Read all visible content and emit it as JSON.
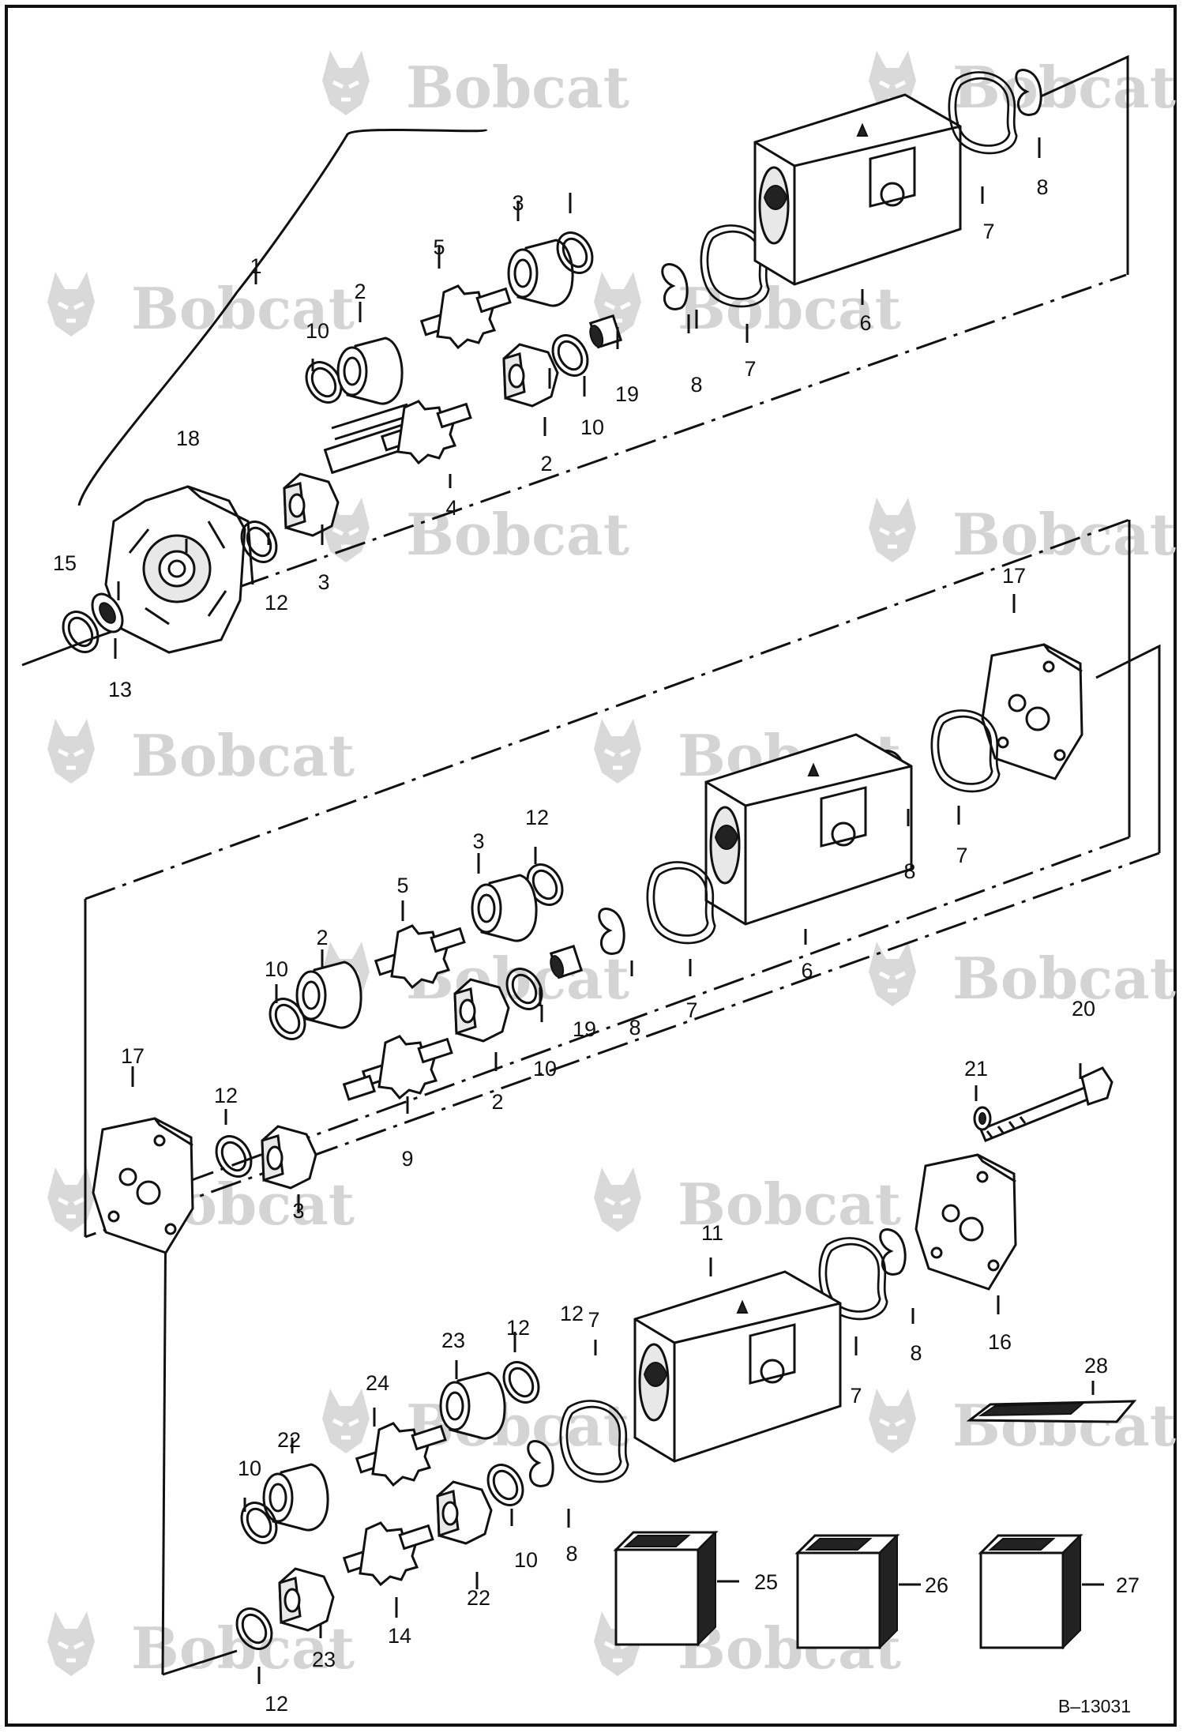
{
  "watermark": {
    "text": "Bobcat",
    "color": "#d4d4d4"
  },
  "figure_ref": "B–13031",
  "callouts": [
    {
      "id": "c1",
      "text": "1"
    },
    {
      "id": "c2a",
      "text": "2"
    },
    {
      "id": "c2b",
      "text": "2"
    },
    {
      "id": "c2c",
      "text": "2"
    },
    {
      "id": "c2d",
      "text": "2"
    },
    {
      "id": "c3a",
      "text": "3"
    },
    {
      "id": "c3b",
      "text": "3"
    },
    {
      "id": "c3c",
      "text": "3"
    },
    {
      "id": "c3d",
      "text": "3"
    },
    {
      "id": "c4",
      "text": "4"
    },
    {
      "id": "c5a",
      "text": "5"
    },
    {
      "id": "c5b",
      "text": "5"
    },
    {
      "id": "c6a",
      "text": "6"
    },
    {
      "id": "c6b",
      "text": "6"
    },
    {
      "id": "c7a",
      "text": "7"
    },
    {
      "id": "c7b",
      "text": "7"
    },
    {
      "id": "c7c",
      "text": "7"
    },
    {
      "id": "c7d",
      "text": "7"
    },
    {
      "id": "c7e",
      "text": "7"
    },
    {
      "id": "c7f",
      "text": "7"
    },
    {
      "id": "c8a",
      "text": "8"
    },
    {
      "id": "c8b",
      "text": "8"
    },
    {
      "id": "c8c",
      "text": "8"
    },
    {
      "id": "c8d",
      "text": "8"
    },
    {
      "id": "c8e",
      "text": "8"
    },
    {
      "id": "c8f",
      "text": "8"
    },
    {
      "id": "c9",
      "text": "9"
    },
    {
      "id": "c10a",
      "text": "10"
    },
    {
      "id": "c10b",
      "text": "10"
    },
    {
      "id": "c10c",
      "text": "10"
    },
    {
      "id": "c10d",
      "text": "10"
    },
    {
      "id": "c10e",
      "text": "10"
    },
    {
      "id": "c10f",
      "text": "10"
    },
    {
      "id": "c11",
      "text": "11"
    },
    {
      "id": "c12a",
      "text": "12"
    },
    {
      "id": "c12b",
      "text": "12"
    },
    {
      "id": "c12c",
      "text": "12"
    },
    {
      "id": "c12d",
      "text": "12"
    },
    {
      "id": "c12e",
      "text": "12"
    },
    {
      "id": "c12f",
      "text": "12"
    },
    {
      "id": "c13",
      "text": "13"
    },
    {
      "id": "c14",
      "text": "14"
    },
    {
      "id": "c15",
      "text": "15"
    },
    {
      "id": "c16",
      "text": "16"
    },
    {
      "id": "c17a",
      "text": "17"
    },
    {
      "id": "c17b",
      "text": "17"
    },
    {
      "id": "c18",
      "text": "18"
    },
    {
      "id": "c19a",
      "text": "19"
    },
    {
      "id": "c19b",
      "text": "19"
    },
    {
      "id": "c20",
      "text": "20"
    },
    {
      "id": "c21",
      "text": "21"
    },
    {
      "id": "c22a",
      "text": "22"
    },
    {
      "id": "c22b",
      "text": "22"
    },
    {
      "id": "c23a",
      "text": "23"
    },
    {
      "id": "c23b",
      "text": "23"
    },
    {
      "id": "c24",
      "text": "24"
    },
    {
      "id": "c25",
      "text": "25"
    },
    {
      "id": "c26",
      "text": "26"
    },
    {
      "id": "c27",
      "text": "27"
    },
    {
      "id": "c28",
      "text": "28"
    }
  ]
}
